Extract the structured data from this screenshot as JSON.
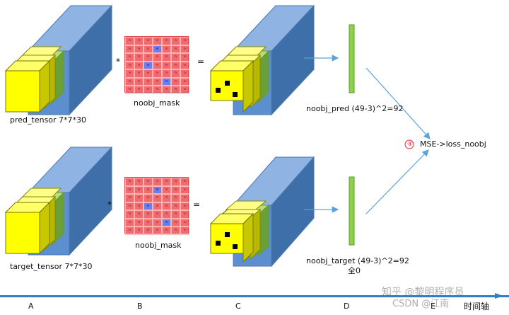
{
  "labels": {
    "pred_tensor": "pred_tensor 7*7*30",
    "target_tensor": "target_tensor 7*7*30",
    "noobj_mask_top": "noobj_mask",
    "noobj_mask_bottom": "noobj_mask",
    "noobj_pred": "noobj_pred (49-3)^2=92",
    "noobj_target": "noobj_target (49-3)^2=92",
    "all_zero": "全0",
    "circle_num": "④",
    "mse": "MSE->loss_noobj",
    "mult_top": "*",
    "mult_bottom": "*",
    "eq_top": "=",
    "eq_bottom": "="
  },
  "axis": {
    "ticks": [
      "A",
      "B",
      "C",
      "D",
      "E"
    ],
    "time_label": "时间轴"
  },
  "mask": {
    "cell_text": "w",
    "top_highlights": [
      [
        1,
        3
      ],
      [
        3,
        2
      ],
      [
        5,
        4
      ]
    ],
    "bottom_highlights": [
      [
        1,
        3
      ],
      [
        3,
        2
      ],
      [
        5,
        4
      ]
    ]
  },
  "watermark": {
    "line1": "知乎 @黎明程序员",
    "line2": "CSDN @江南"
  },
  "colors": {
    "cube_blue": "#5b8fd0",
    "cube_yellow": "#ffff00",
    "cube_green": "#9ccc5a",
    "bar_green": "#8fcf4a",
    "arrow_blue": "#5aa2d8",
    "mask_red": "#f06a6e",
    "mask_blue": "#6a7ef0",
    "axis_blue": "#2e7fc8",
    "circle_red": "#e03030"
  }
}
